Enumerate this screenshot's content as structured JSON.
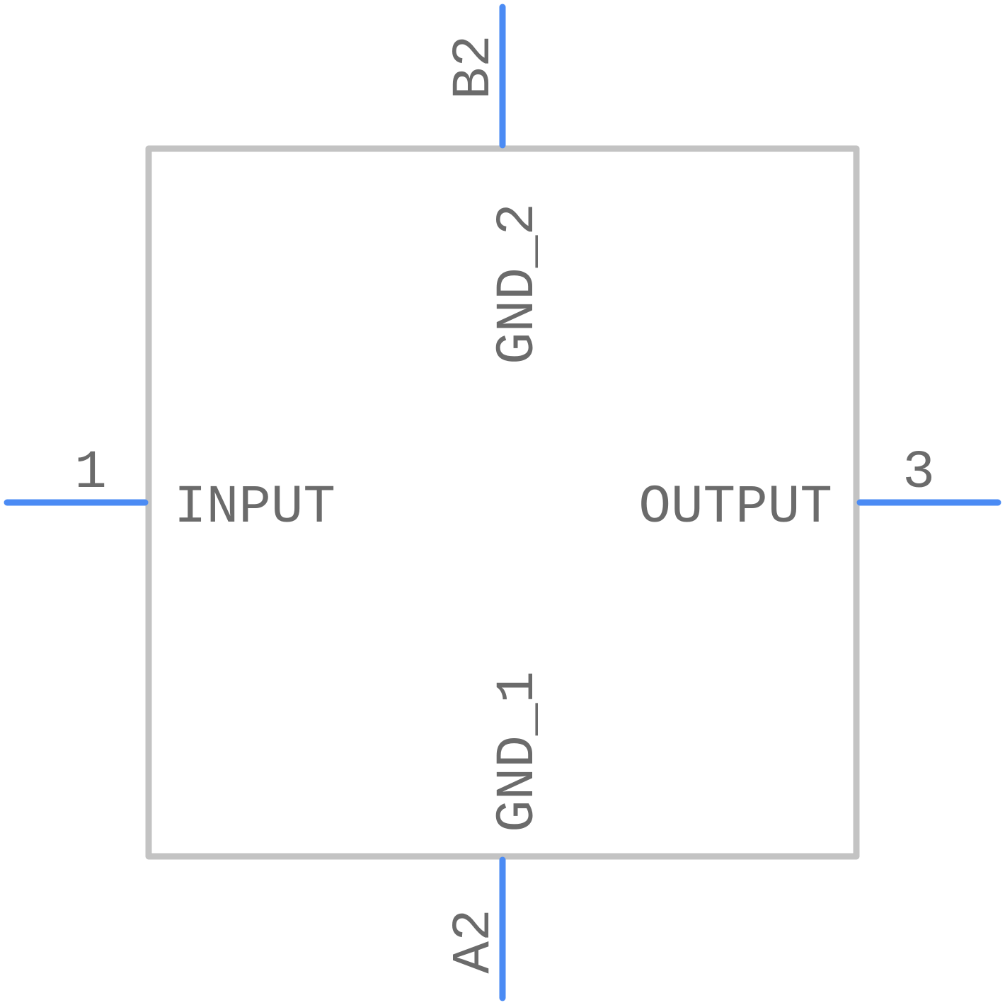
{
  "component": {
    "pin_names": {
      "input": "INPUT",
      "output": "OUTPUT",
      "gnd_top": "GND_2",
      "gnd_bottom": "GND_1"
    },
    "pin_numbers": {
      "left": "1",
      "right": "3",
      "top": "B2",
      "bottom": "A2"
    }
  },
  "colors": {
    "body_outline": "#c3c3c3",
    "pin": "#4b8bf4",
    "text": "#6b6b6b",
    "background": "#ffffff"
  }
}
